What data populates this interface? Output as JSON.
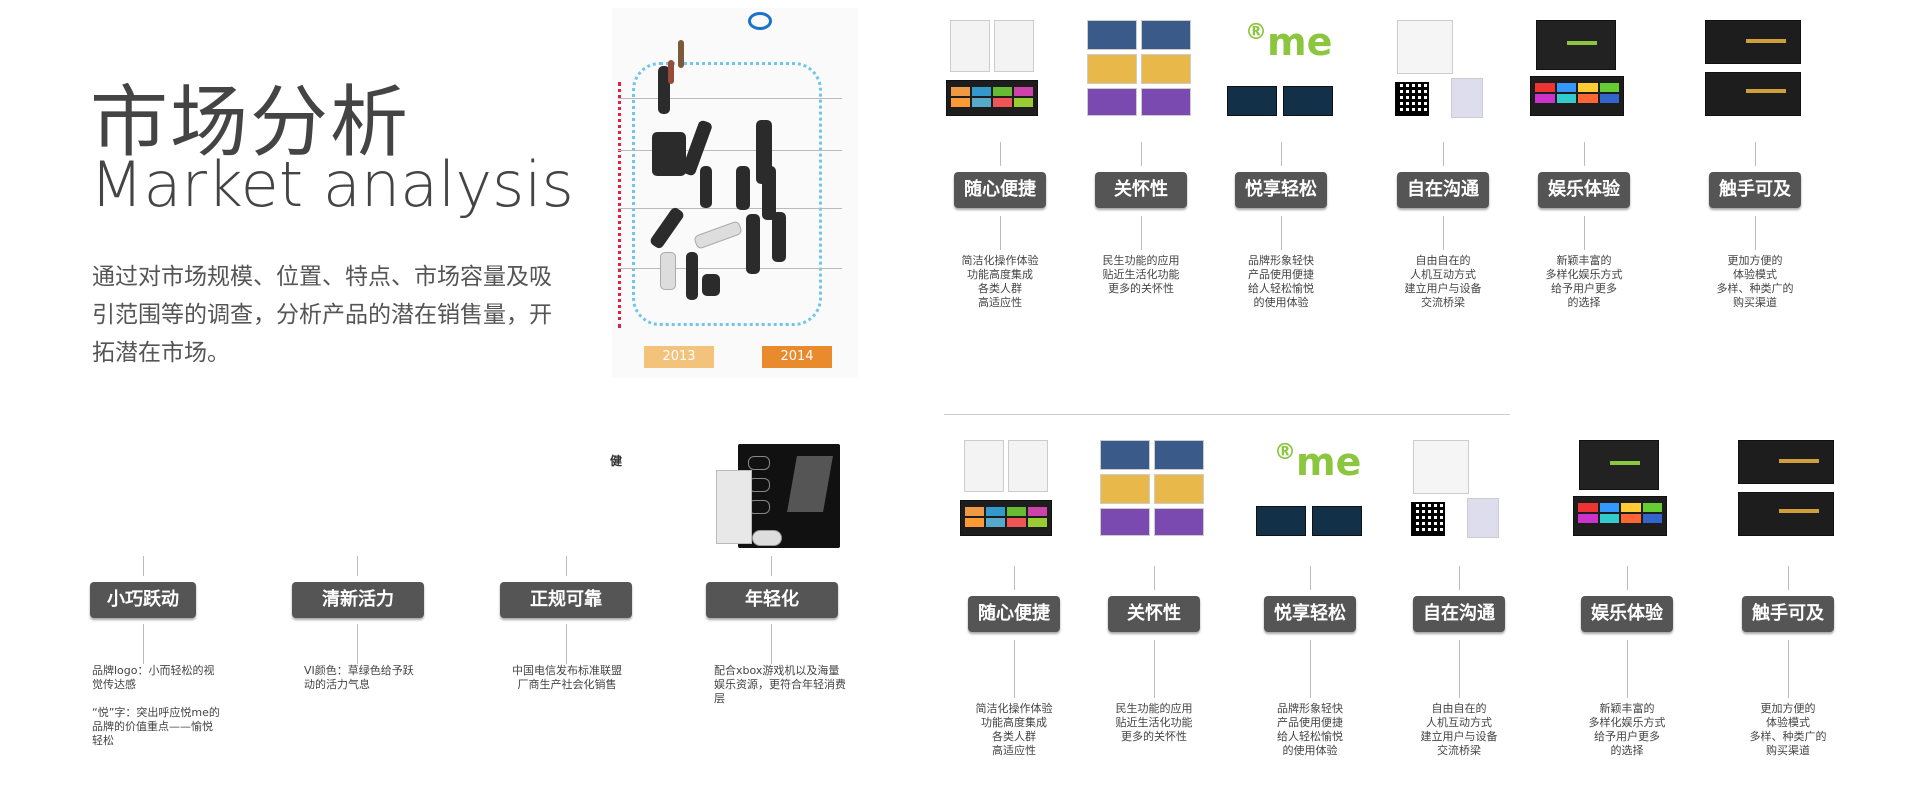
{
  "header": {
    "title_cn": "市场分析",
    "title_en": "Market analysis",
    "intro": "通过对市场规模、位置、特点、市场容量及吸引范围等的调查，分析产品的潜在销售量，开拓潜在市场。"
  },
  "product_panel": {
    "years": [
      "2013",
      "2014"
    ]
  },
  "left_features": [
    {
      "label": "小巧跃动",
      "desc": "品牌logo：小而轻松的视觉传达感",
      "desc2": "“悦”字：突出呼应悦me的品牌的价值重点——愉悦轻松"
    },
    {
      "label": "清新活力",
      "desc": "VI颜色：草绿色给予跃动的活力气息",
      "desc2": ""
    },
    {
      "label": "正规可靠",
      "desc": "中国电信发布标准联盟厂商生产社会化销售",
      "desc2": ""
    },
    {
      "label": "年轻化",
      "desc": "配合xbox游戏机以及海量娱乐资源，更符合年轻消费层",
      "desc2": ""
    }
  ],
  "right_features": [
    {
      "label": "随心便捷",
      "desc": [
        "简洁化操作体验",
        "功能高度集成",
        "各类人群",
        "高适应性"
      ]
    },
    {
      "label": "关怀性",
      "desc": [
        "民生功能的应用",
        "贴近生活化功能",
        "更多的关怀性"
      ]
    },
    {
      "label": "悦享轻松",
      "desc": [
        "品牌形象轻快",
        "产品使用便捷",
        "给人轻松愉悦",
        "的使用体验"
      ]
    },
    {
      "label": "自在沟通",
      "desc": [
        "自由自在的",
        "人机互动方式",
        "建立用户与设备",
        "交流桥梁"
      ]
    },
    {
      "label": "娱乐体验",
      "desc": [
        "新颖丰富的",
        "多样化娱乐方式",
        "给予用户更多",
        "的选择"
      ]
    },
    {
      "label": "触手可及",
      "desc": [
        "更加方便的",
        "体验模式",
        "多样、种类广的",
        "购买渠道"
      ]
    }
  ],
  "me_logo": "me",
  "console_small_text": "健"
}
